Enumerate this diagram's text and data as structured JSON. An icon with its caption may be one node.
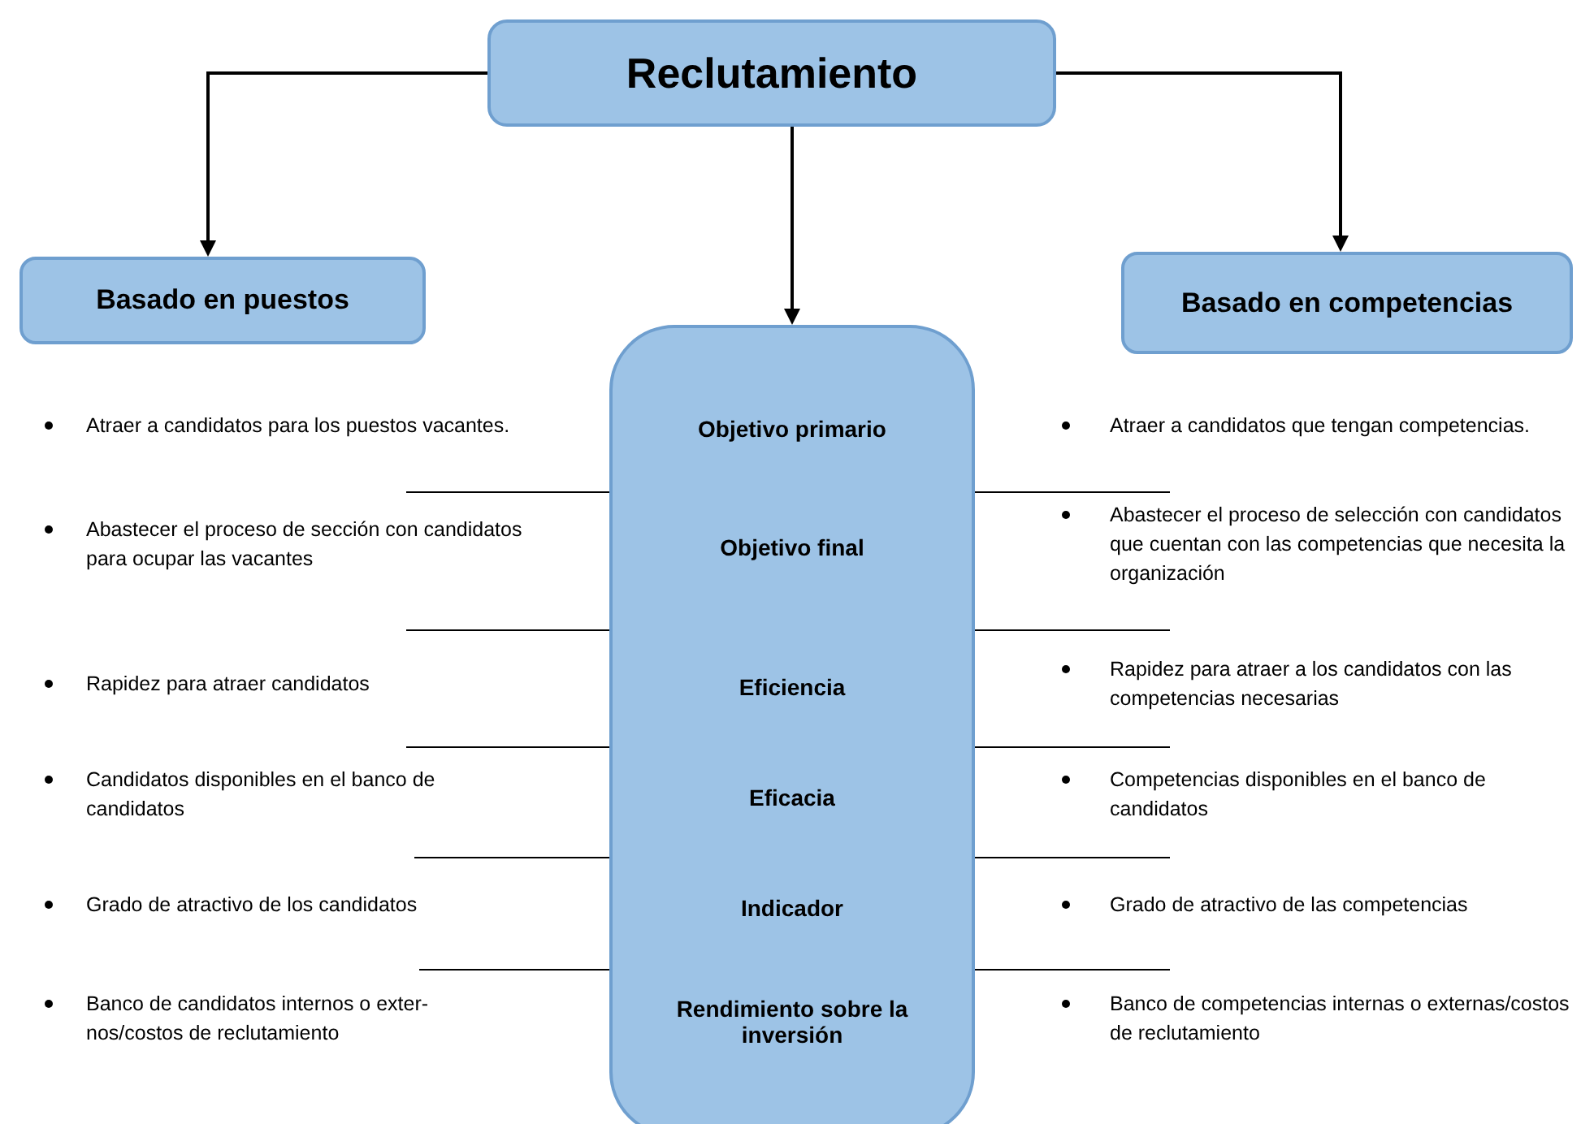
{
  "diagram": {
    "nodes": [
      {
        "text": [
          "Reclutamiento"
        ]
      },
      {
        "text": [
          "Basado en puestos"
        ]
      },
      {
        "text": [
          "Basado en competencias"
        ]
      },
      {
        "text": [
          "Objetivo primario",
          "Objetivo final",
          "Eficiencia",
          "Eficacia",
          "Indicador",
          "Rendimiento sobre la inversión"
        ]
      }
    ],
    "edges": [
      {
        "from": 0,
        "to": 1,
        "arrow": "to"
      },
      {
        "from": 0,
        "to": 3,
        "arrow": "to"
      },
      {
        "from": 0,
        "to": 2,
        "arrow": "to"
      }
    ],
    "labels": [
      "Atraer a candidatos para los puestos vacantes.",
      "Atraer a candidatos que tengan competencias.",
      "Abastecer el proceso de sección con candidatos para ocupar las vacantes",
      "Abastecer el proceso de selección con candidatos que cuentan con las competencias que necesita la organización",
      "Rapidez para atraer candidatos",
      "Rapidez para atraer a los candidatos con las competencias necesarias",
      "Candidatos disponibles en el banco de candidatos",
      "Competencias disponibles en el banco de candidatos",
      "Grado de atractivo de los candidatos",
      "Grado de atractivo de las competencias",
      "Banco de candidatos internos o exter- nos/costos de reclutamiento",
      "Banco de competencias internas o externas/costos de reclutamiento"
    ]
  }
}
